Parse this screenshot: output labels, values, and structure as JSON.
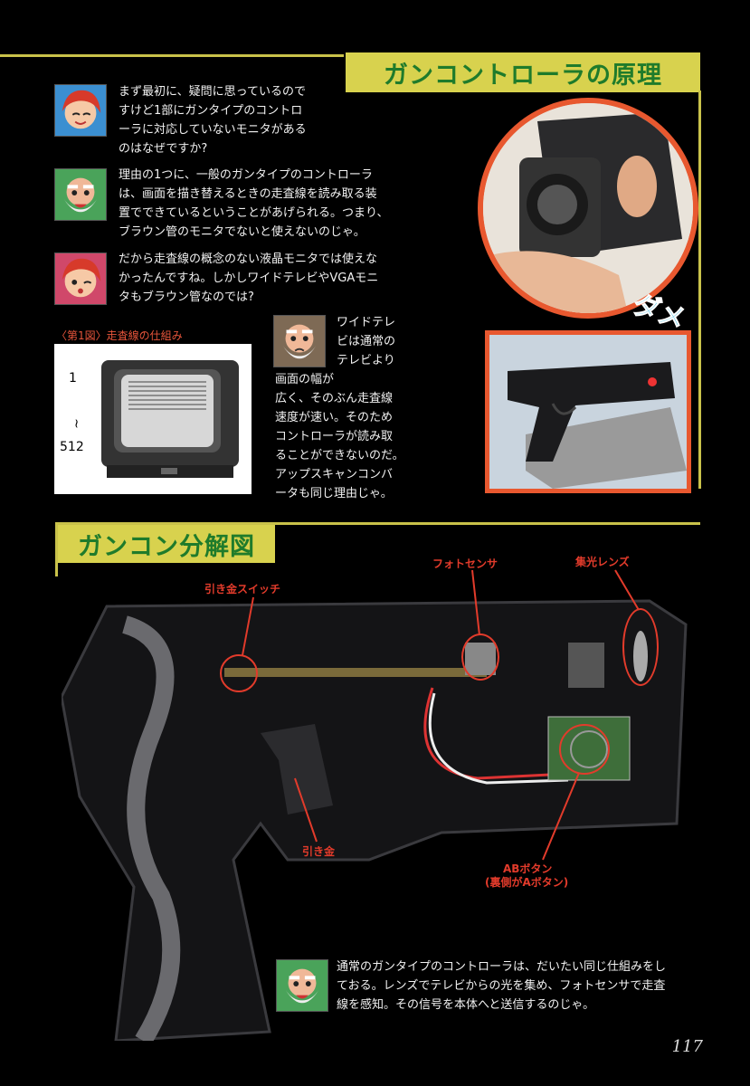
{
  "section1": {
    "title": "ガンコントローラの原理",
    "q1": [
      "まず最初に、疑問に思っているので",
      "すけど1部にガンタイプのコントロ",
      "ーラに対応していないモニタがある",
      "のはなぜですか?"
    ],
    "a1": [
      "理由の1つに、一般のガンタイプのコントローラ",
      "は、画面を描き替えるときの走査線を読み取る装",
      "置でできているということがあげられる。つまり、",
      "ブラウン管のモニタでないと使えないのじゃ。"
    ],
    "q2": [
      "だから走査線の概念のない液晶モニタでは使えな",
      "かったんですね。しかしワイドテレビやVGAモニ",
      "タもブラウン管なのでは?"
    ],
    "a2": [
      "ワイドテレ",
      "ビは通常の",
      "テレビより",
      "画面の幅が",
      "広く、そのぶん走査線",
      "速度が速い。そのため",
      "コントローラが読み取",
      "ることができないのだ。",
      "アップスキャンコンバ",
      "ータも同じ理由じゃ。"
    ],
    "figure": {
      "caption": "〈第1図〉走査線の仕組み",
      "top_num": "1",
      "tilde": "~",
      "bottom_num": "512"
    },
    "dame_text": "ダメ"
  },
  "section2": {
    "title": "ガンコン分解図",
    "labels": {
      "trigger_switch": "引き金スイッチ",
      "photo_sensor": "フォトセンサ",
      "condenser_lens": "集光レンズ",
      "trigger": "引き金",
      "ab_button_1": "ABボタン",
      "ab_button_2": "(裏側がAボタン)"
    },
    "closing": [
      "通常のガンタイプのコントローラは、だいたい同じ仕組みをし",
      "ておる。レンズでテレビからの光を集め、フォトセンサで走査",
      "線を感知。その信号を本体へと送信するのじゃ。"
    ]
  },
  "page_number": "117",
  "colors": {
    "accent_yellow": "#d8d24e",
    "title_green": "#1f7b2b",
    "callout_red": "#e23b2b"
  }
}
